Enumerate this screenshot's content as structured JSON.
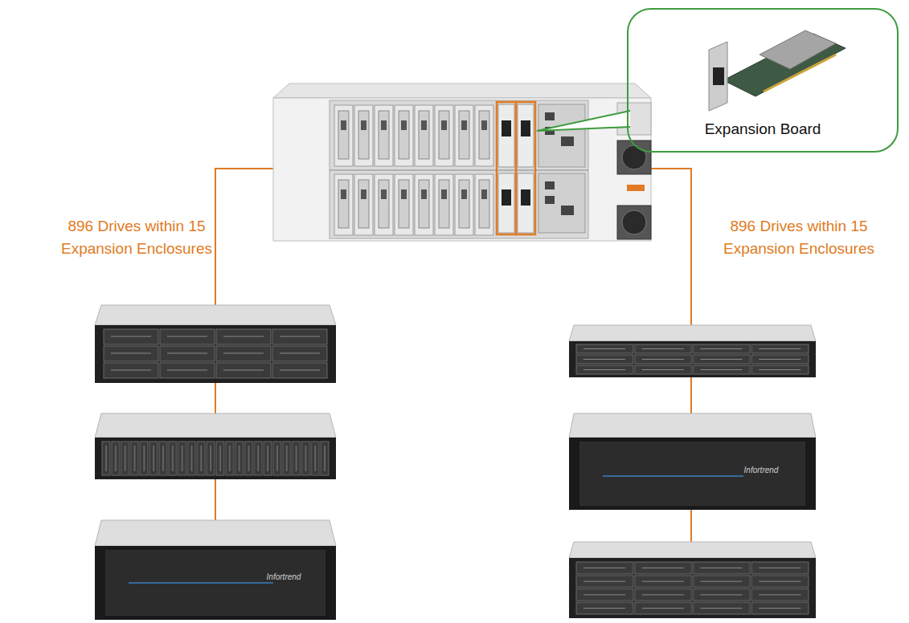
{
  "diagram": {
    "nodes": [
      {
        "text": [
          "Expansion Board"
        ]
      }
    ],
    "labels": [
      "896 Drives within 15 Expansion Enclosures",
      "896 Drives within 15 Expansion Enclosures",
      "Infortrend",
      "Infortrend"
    ]
  }
}
